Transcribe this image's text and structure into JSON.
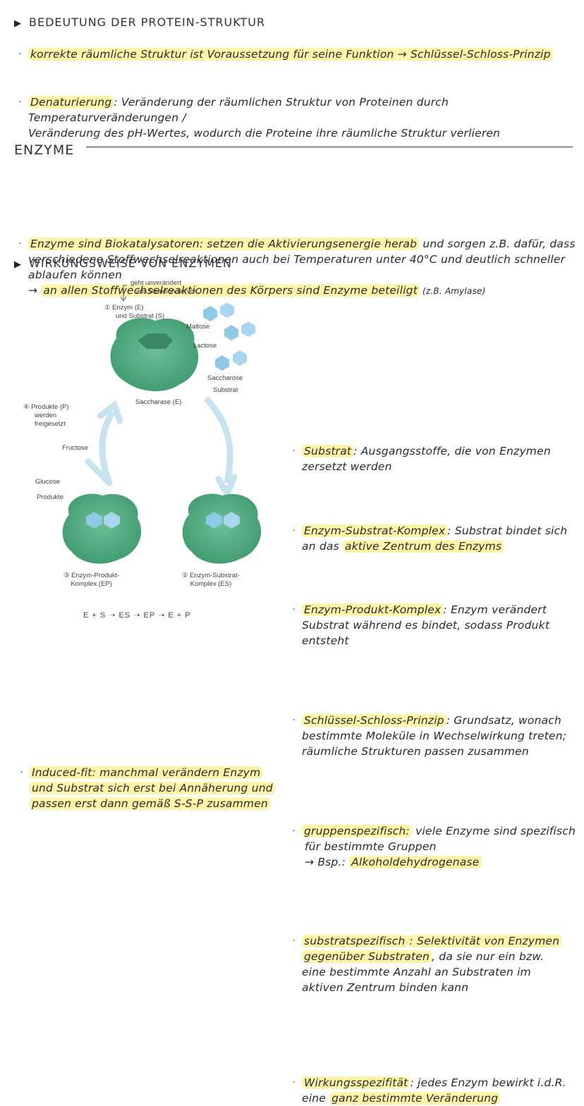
{
  "sec1": {
    "heading": "BEDEUTUNG DER PROTEIN-STRUKTUR",
    "b1_hl": "korrekte räumliche Struktur ist Voraussetzung für seine Funktion → Schlüssel-Schloss-Prinzip",
    "b2_term": "Denaturierung",
    "b2_l1": ": Veränderung der räumlichen Struktur von Proteinen durch Temperaturveränderungen /",
    "b2_l2": "Veränderung des pH-Wertes, wodurch die Proteine ihre räumliche Struktur verlieren"
  },
  "enzyme": {
    "heading": "ENZYME",
    "l1_hl": "Enzyme sind Biokatalysatoren: setzen die Aktivierungsenergie herab",
    "l1_rest": " und sorgen z.B. dafür, dass",
    "l2": "verschiedene Stoffwechselreaktionen auch bei Temperaturen unter 40°C und deutlich schneller",
    "l3": "ablaufen können",
    "l4_arrow": "→ ",
    "l4_hl": "an allen Stoffwechselreaktionen des Körpers sind Enzyme beteiligt",
    "l4_rest": " (z.B. Amylase)"
  },
  "wirk": {
    "heading": "WIRKUNGSWEISE VON ENZYMEN"
  },
  "diagram": {
    "unveraendert_1": "geht unverändert",
    "unveraendert_2": "aus Reaktion hervor",
    "step1_1": "① Enzym (E)",
    "step1_2": "und Substrat (S)",
    "maltose": "Maltose",
    "lactose": "Lactose",
    "saccharose": "Saccharose",
    "substrat": "Substrat",
    "saccharase": "Saccharase (E)",
    "step4_1": "④ Produkte (P)",
    "step4_2": "werden",
    "step4_3": "freigesetzt",
    "fructose": "Fructose",
    "glucose": "Glucose",
    "produkte": "Produkte",
    "step3_1": "③ Enzym-Produkt-",
    "step3_2": "Komplex (EP)",
    "step2_1": "② Enzym-Substrat-",
    "step2_2": "Komplex (ES)",
    "equation": "E + S ➝ ES ➝ EP ➝ E + P"
  },
  "induced": {
    "l1": "Induced-fit: manchmal verändern Enzym",
    "l2": "und Substrat sich erst bei Annäherung und",
    "l3": "passen erst dann gemäß S-S-P zusammen"
  },
  "right": {
    "substrat_term": "Substrat",
    "substrat_l1": ": Ausgangsstoffe, die von Enzymen",
    "substrat_l2": "zersetzt werden",
    "esk_term": "Enzym-Substrat-Komplex",
    "esk_l1": ": Substrat bindet sich",
    "esk_l2a": "an das ",
    "esk_l2_hl": "aktive Zentrum des Enzyms",
    "epk_term": "Enzym-Produkt-Komplex",
    "epk_l1": ": Enzym verändert",
    "epk_l2": "Substrat während es bindet, sodass Produkt",
    "epk_l3": "entsteht",
    "ssp_term": "Schlüssel-Schloss-Prinzip",
    "ssp_l1": ": Grundsatz, wonach",
    "ssp_l2": "bestimmte Moleküle in Wechselwirkung treten;",
    "ssp_l3": "räumliche Strukturen passen zusammen",
    "gs_term": "gruppenspezifisch:",
    "gs_l1": " viele Enzyme sind spezifisch",
    "gs_l2": "für bestimmte Gruppen",
    "gs_l3a": "→ Bsp.: ",
    "gs_l3_hl": "Alkoholdehydrogenase",
    "ss_term": "substratspezifisch",
    "ss_l1": ": Selektivität von Enzymen",
    "ss_l2_hl": "gegenüber Substraten",
    "ss_l2_rest": ", da sie nur ein bzw.",
    "ss_l3": "eine bestimmte Anzahl an Substraten im",
    "ss_l4": "aktiven Zentrum binden kann",
    "ws_term": "Wirkungsspezifität",
    "ws_l1": ": jedes Enzym bewirkt i.d.R.",
    "ws_l2a": "eine ",
    "ws_l2_hl": "ganz bestimmte Veränderung"
  },
  "colors": {
    "highlight": "#fff5a8",
    "enzyme": "#5fae86",
    "substrate": "#8ec9e6",
    "arrow": "#c7e3ef"
  }
}
